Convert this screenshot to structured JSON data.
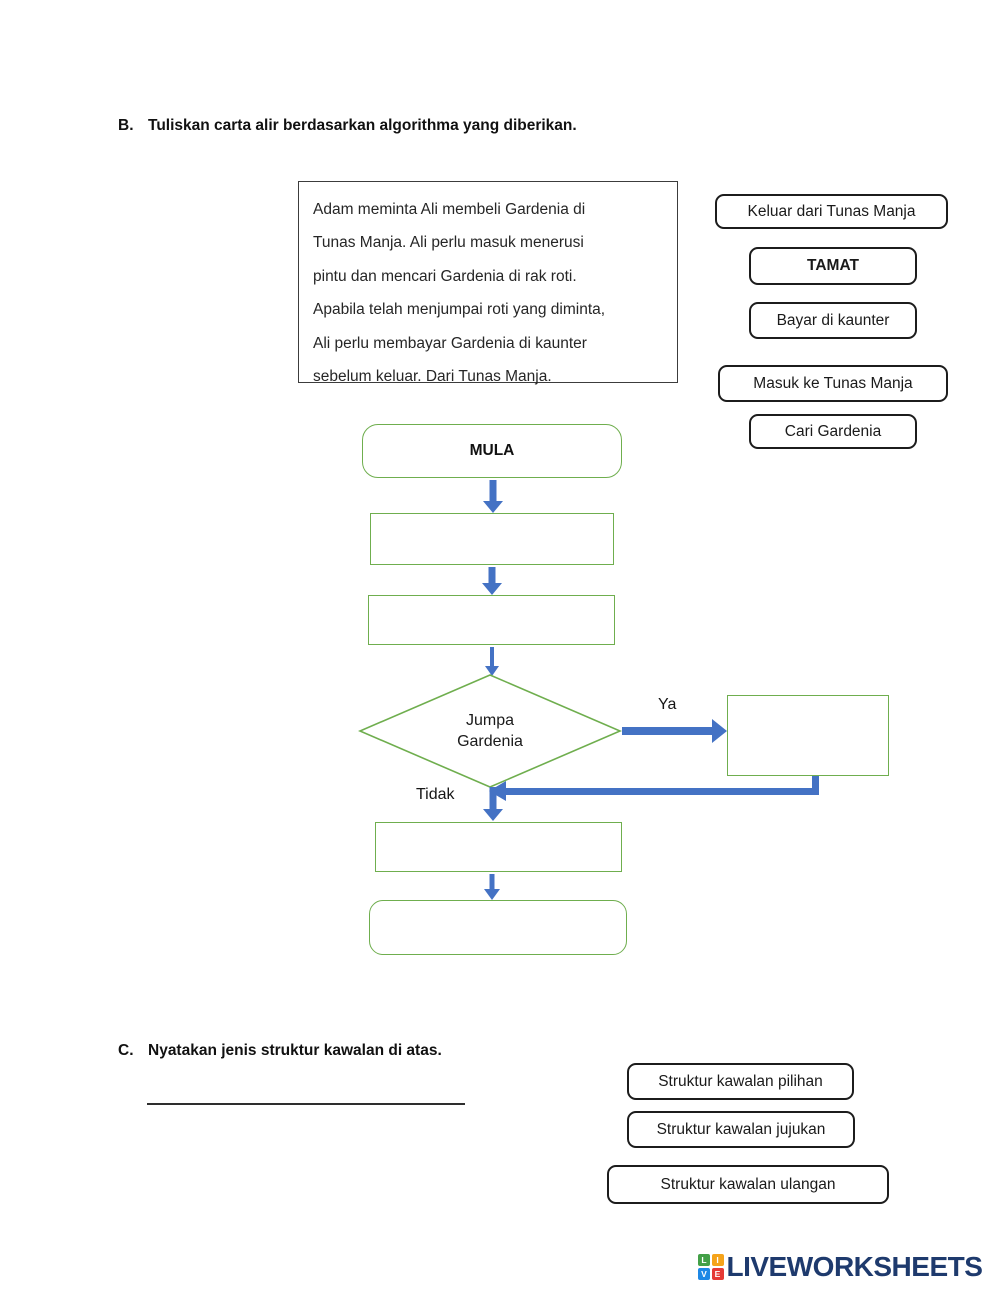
{
  "section_b": {
    "label": "B.",
    "title": "Tuliskan carta alir berdasarkan algorithma yang diberikan."
  },
  "algorithm": {
    "lines": [
      "Adam meminta Ali membeli Gardenia di",
      "Tunas Manja. Ali perlu masuk menerusi",
      "pintu dan mencari Gardenia di rak roti.",
      "Apabila telah menjumpai roti yang diminta,",
      "Ali perlu membayar Gardenia di kaunter",
      "sebelum keluar. Dari Tunas Manja."
    ]
  },
  "answer_bank": {
    "items": [
      "Keluar dari Tunas Manja",
      "TAMAT",
      "Bayar di kaunter",
      "Masuk ke Tunas Manja",
      "Cari Gardenia"
    ]
  },
  "flowchart": {
    "start_label": "MULA",
    "decision": {
      "line1": "Jumpa",
      "line2": "Gardenia"
    },
    "branch_yes": "Ya",
    "branch_no": "Tidak",
    "colors": {
      "shape_border": "#6fae4e",
      "arrow": "#4472c4"
    }
  },
  "section_c": {
    "label": "C.",
    "title": "Nyatakan jenis struktur kawalan di atas.",
    "options": [
      "Struktur kawalan pilihan",
      "Struktur kawalan jujukan",
      "Struktur kawalan ulangan"
    ]
  },
  "footer": {
    "brand": "LIVEWORKSHEETS",
    "logo_letters": [
      "L",
      "I",
      "V",
      "E"
    ],
    "logo_colors": {
      "l": "#43a047",
      "i": "#f5a31a",
      "v": "#1e88e5",
      "e": "#e53935"
    },
    "brand_color": "#1e3a6d"
  }
}
